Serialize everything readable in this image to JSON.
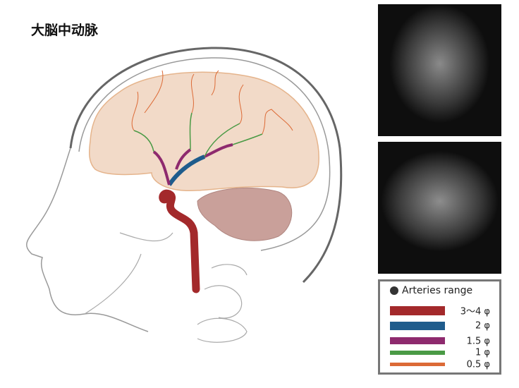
{
  "title": "大脳中动脉",
  "legend": {
    "title": "Arteries range",
    "items": [
      {
        "label": "3～4 φ",
        "color": "#a3292b"
      },
      {
        "label": "2 φ",
        "color": "#1f5c8c"
      },
      {
        "label": "1.5 φ",
        "color": "#8e2a6e"
      },
      {
        "label": "1 φ",
        "color": "#4a9a45"
      },
      {
        "label": "0.5 φ",
        "color": "#dc6a36"
      }
    ]
  }
}
